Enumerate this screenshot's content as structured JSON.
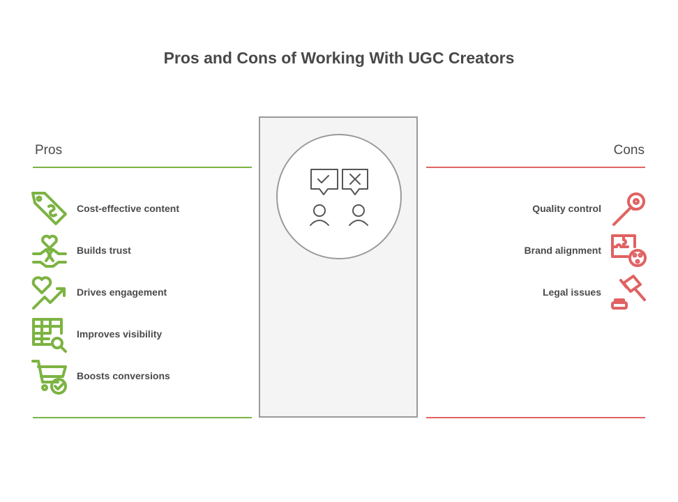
{
  "title": "Pros and Cons of Working With UGC Creators",
  "colors": {
    "pros": "#7cb342",
    "cons": "#e06262",
    "neutral": "#555555"
  },
  "pros": {
    "heading": "Pros",
    "items": [
      {
        "label": "Cost-effective content",
        "icon": "price-tag-icon"
      },
      {
        "label": "Builds trust",
        "icon": "heart-handshake-icon"
      },
      {
        "label": "Drives engagement",
        "icon": "heart-trend-up-icon"
      },
      {
        "label": "Improves visibility",
        "icon": "table-search-icon"
      },
      {
        "label": "Boosts conversions",
        "icon": "cart-check-icon"
      }
    ]
  },
  "cons": {
    "heading": "Cons",
    "items": [
      {
        "label": "Quality control",
        "icon": "magnifier-icon"
      },
      {
        "label": "Brand alignment",
        "icon": "puzzle-palette-icon"
      },
      {
        "label": "Legal issues",
        "icon": "gavel-icon"
      }
    ]
  },
  "center": {
    "icon": "approve-reject-people-icon"
  }
}
